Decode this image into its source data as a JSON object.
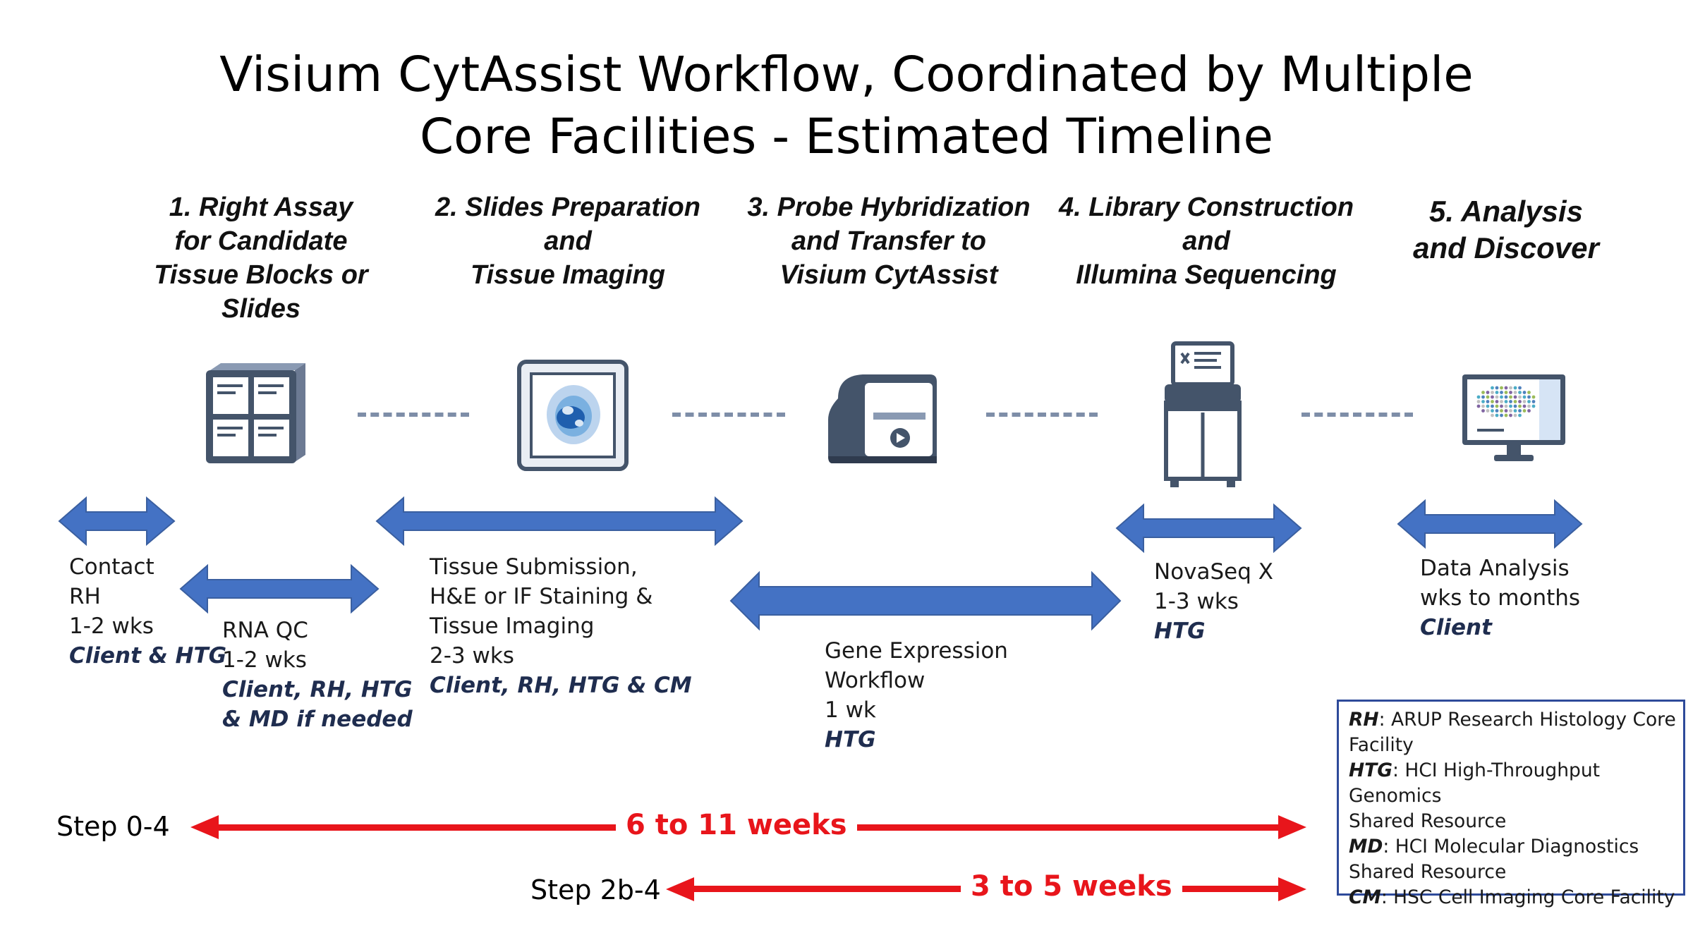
{
  "title": {
    "line1": "Visium CytAssist Workflow, Coordinated by Multiple",
    "line2": "Core Facilities - Estimated Timeline"
  },
  "steps": [
    {
      "line1": "1. Right Assay",
      "line2": "for Candidate",
      "line3": "Tissue Blocks or Slides",
      "icon": "tissue-blocks-icon"
    },
    {
      "line1": "2. Slides Preparation",
      "line2": "and",
      "line3": "Tissue Imaging",
      "icon": "tissue-slide-icon"
    },
    {
      "line1": "3. Probe Hybridization",
      "line2": "and Transfer to",
      "line3": "Visium CytAssist",
      "icon": "cytassist-instrument-icon"
    },
    {
      "line1": "4. Library Construction",
      "line2": "and",
      "line3": "Illumina Sequencing",
      "icon": "sequencer-icon"
    },
    {
      "line1": "5. Analysis",
      "line2": "and Discover",
      "icon": "analysis-monitor-icon"
    }
  ],
  "tasks": [
    {
      "line1": "Contact",
      "line2": "RH",
      "duration": "1-2 wks",
      "who": "Client & HTG"
    },
    {
      "line1": "RNA QC",
      "duration": "1-2 wks",
      "who1": "Client, RH, HTG",
      "who2": "& MD if needed"
    },
    {
      "line1": "Tissue Submission,",
      "line2": "H&E or IF Staining &",
      "line3": "Tissue Imaging",
      "duration": "2-3 wks",
      "who": "Client, RH, HTG & CM"
    },
    {
      "line1": "Gene Expression",
      "line2": "Workflow",
      "duration": "1 wk",
      "who": "HTG"
    },
    {
      "line1": "NovaSeq X",
      "duration": "1-3 wks",
      "who": "HTG"
    },
    {
      "line1": "Data Analysis",
      "duration": "wks to months",
      "who": "Client"
    }
  ],
  "timelines": [
    {
      "label": "Step 0-4",
      "duration": "6 to 11 weeks"
    },
    {
      "label": "Step 2b-4",
      "duration": "3 to 5 weeks"
    }
  ],
  "legend": [
    {
      "abbr": "RH",
      "line1": ": ARUP Research Histology Core",
      "line2": "Facility"
    },
    {
      "abbr": "HTG",
      "line1": ": HCI High-Throughput Genomics",
      "line2": "Shared Resource"
    },
    {
      "abbr": "MD",
      "line1": ": HCI Molecular Diagnostics",
      "line2": "Shared Resource"
    },
    {
      "abbr": "CM",
      "line1": ": HSC Cell Imaging Core Facility"
    }
  ],
  "colors": {
    "arrow_blue": "#4472c4",
    "icon_navy": "#44546a",
    "timeline_red": "#e8151b",
    "legend_border": "#2e4a9a"
  }
}
